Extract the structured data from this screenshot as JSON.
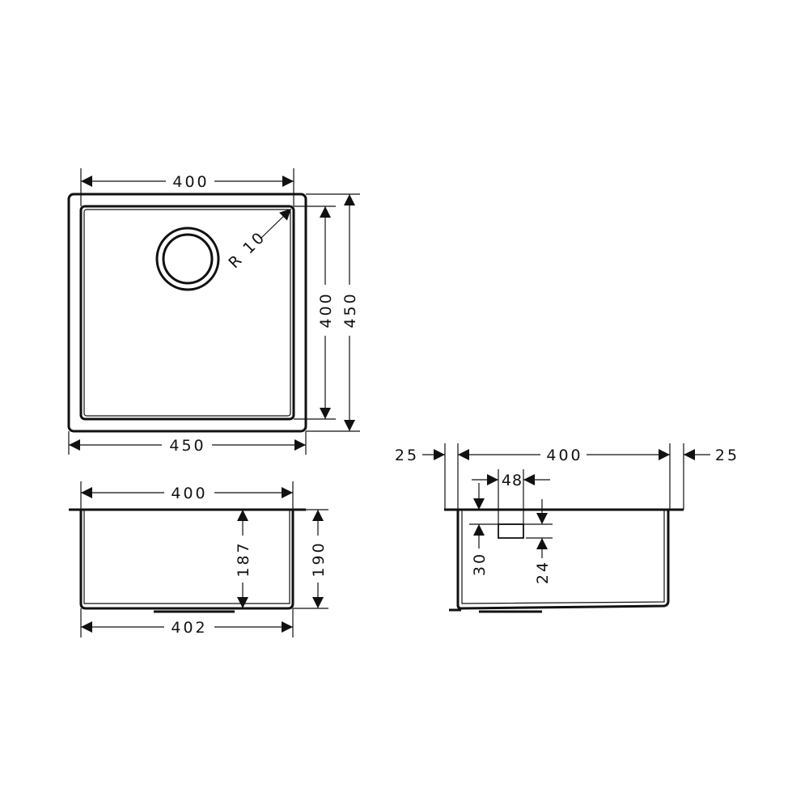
{
  "top_view": {
    "width_inner": "400",
    "width_outer": "450",
    "height_inner": "400",
    "height_outer": "450",
    "corner_radius": "R 10"
  },
  "front_view": {
    "top_width": "400",
    "bottom_width": "402",
    "inner_depth": "187",
    "outer_depth": "190"
  },
  "side_view": {
    "left_flange": "25",
    "width": "400",
    "right_flange": "25",
    "overflow_width": "48",
    "overflow_top_offset": "30",
    "overflow_height": "24"
  }
}
